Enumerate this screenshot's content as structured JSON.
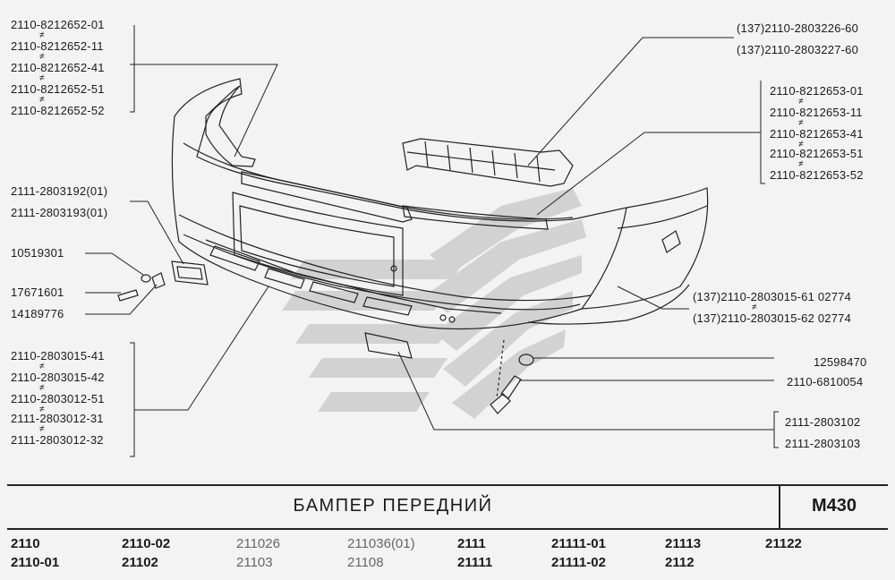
{
  "callouts": {
    "top_left": [
      "2110-8212652-01",
      "2110-8212652-11",
      "2110-8212652-41",
      "2110-8212652-51",
      "2110-8212652-52"
    ],
    "top_right": [
      "(137)2110-2803226-60",
      "(137)2110-2803227-60"
    ],
    "right_group": [
      "2110-8212653-01",
      "2110-8212653-11",
      "2110-8212653-41",
      "2110-8212653-51",
      "2110-8212653-52"
    ],
    "fog_lamp": [
      "2111-2803192(01)",
      "2111-2803193(01)"
    ],
    "bolt_left": "10519301",
    "washer_left": "17671601",
    "nut_left": "14189776",
    "bottom_left": [
      "2110-2803015-41",
      "2110-2803015-42",
      "2110-2803012-51",
      "2111-2803012-31",
      "2111-2803012-32"
    ],
    "bumper_right": [
      "(137)2110-2803015-61 02774",
      "(137)2110-2803015-62 02774"
    ],
    "clip_right": "12598470",
    "bolt_right": "2110-6810054",
    "plug_right": [
      "2111-2803102",
      "2111-2803103"
    ],
    "neq_symbol": "≠"
  },
  "title": "БАМПЕР  ПЕРЕДНИЙ",
  "code": "М430",
  "models": {
    "col1": [
      "2110",
      "2110-01"
    ],
    "col2": [
      "2110-02",
      "21102"
    ],
    "col3": [
      "211026",
      "21103"
    ],
    "col4": [
      "211036(01)",
      "21108"
    ],
    "col5": [
      "2111",
      "21111"
    ],
    "col6": [
      "21111-01",
      "21111-02"
    ],
    "col7": [
      "21113",
      "2112"
    ],
    "col8": [
      "21122"
    ]
  },
  "colors": {
    "line": "#222222",
    "watermark": "#cfcfcf",
    "background": "#f3f3f3"
  }
}
